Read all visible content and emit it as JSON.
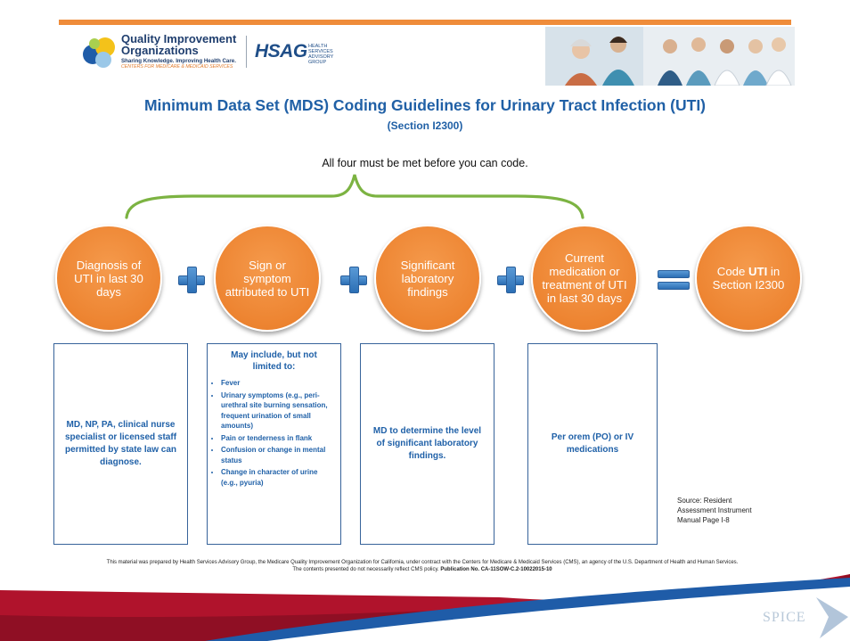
{
  "logos": {
    "qio_line1": "Quality Improvement",
    "qio_line2": "Organizations",
    "qio_tagline": "Sharing Knowledge. Improving Health Care.",
    "qio_cms": "CENTERS FOR MEDICARE & MEDICAID SERVICES",
    "hsag_word": "HSAG",
    "hsag_sub": "HEALTH SERVICES ADVISORY GROUP"
  },
  "title": "Minimum Data Set (MDS) Coding Guidelines for Urinary Tract Infection (UTI)",
  "subtitle": "(Section I2300)",
  "note": "All four must be met before you can code.",
  "circles": [
    "Diagnosis of UTI in last 30 days",
    "Sign or symptom attributed to UTI",
    "Significant laboratory findings",
    "Current medication or treatment of UTI in last 30 days"
  ],
  "result": {
    "pre": "Code ",
    "bold": "UTI",
    "post": " in Section I2300"
  },
  "boxes": {
    "box1": "MD, NP, PA, clinical nurse specialist or licensed staff permitted by state law can diagnose.",
    "box2_head": "May include, but not limited to:",
    "box2_items": [
      "Fever",
      "Urinary symptoms (e.g., peri-urethral site burning sensation, frequent urination of small amounts)",
      "Pain or tenderness in flank",
      "Confusion or change in mental status",
      "Change in character of urine (e.g., pyuria)"
    ],
    "box3": "MD to determine the level of significant laboratory findings.",
    "box4": "Per orem (PO) or IV medications"
  },
  "source": "Source: Resident Assessment Instrument Manual Page I-8",
  "footer": {
    "text": "This material was prepared by Health Services Advisory Group, the Medicare Quality Improvement Organization for California, under contract with the Centers for Medicare & Medicaid Services (CMS), an agency of the U.S. Department of Health and Human Services. The contents presented do not necessarily reflect CMS policy. ",
    "publication": "Publication No. CA-11SOW-C.2-10022015-10"
  },
  "watermark": "SPICE",
  "colors": {
    "accent_orange": "#ef8c3a",
    "title_blue": "#2060a6",
    "brace_green": "#7cb342",
    "box_border": "#37639a",
    "bottom_red": "#b0132c",
    "bottom_blue": "#1f5ca8"
  }
}
